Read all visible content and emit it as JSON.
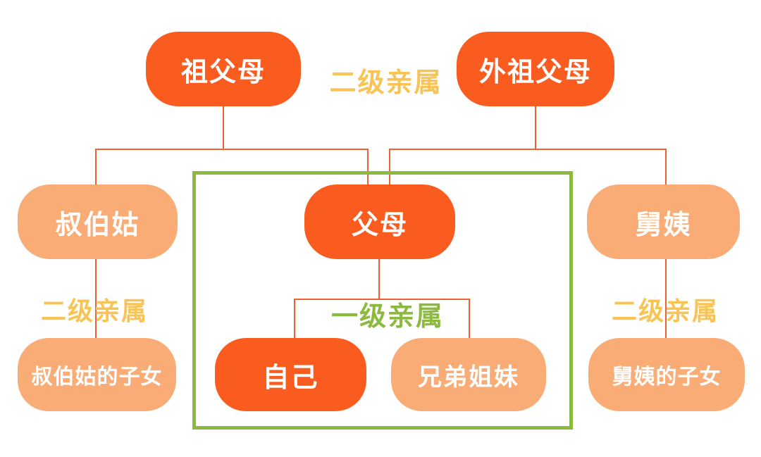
{
  "colors": {
    "box_primary": "#FA5C20",
    "box_secondary": "#FAAC76",
    "label_yellow": "#F8C455",
    "label_green": "#8CBA3F",
    "line_orange": "#EC6230",
    "frame_green": "#8CBA3F",
    "text_white": "#FFFFFF",
    "bg": "#FFFFFF"
  },
  "nodes": {
    "paternal_grandparents": "祖父母",
    "maternal_grandparents": "外祖父母",
    "paternal_uncles_aunts": "叔伯姑",
    "parents": "父母",
    "maternal_uncles_aunts": "舅姨",
    "paternal_cousins": "叔伯姑的子女",
    "self": "自己",
    "siblings": "兄弟姐妹",
    "maternal_cousins": "舅姨的子女"
  },
  "degree_labels": {
    "second_degree_top": "二级亲属",
    "second_degree_left": "二级亲属",
    "first_degree_center": "一级亲属",
    "second_degree_right": "二级亲属"
  }
}
